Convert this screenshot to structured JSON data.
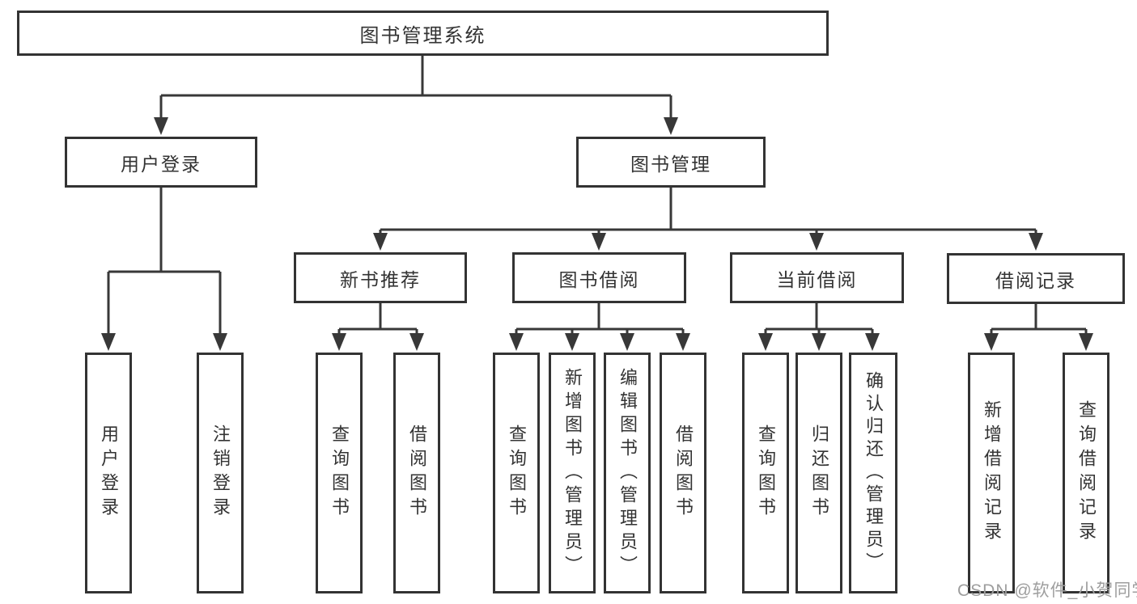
{
  "tree": {
    "root": "图书管理系统",
    "branches": [
      {
        "label": "用户登录",
        "leaves": [
          "用户登录",
          "注销登录"
        ]
      },
      {
        "label": "图书管理",
        "groups": [
          {
            "label": "新书推荐",
            "leaves": [
              "查询图书",
              "借阅图书"
            ]
          },
          {
            "label": "图书借阅",
            "leaves": [
              "查询图书",
              "新增图书（管理员）",
              "编辑图书（管理员）",
              "借阅图书"
            ]
          },
          {
            "label": "当前借阅",
            "leaves": [
              "查询图书",
              "归还图书",
              "确认归还（管理员）"
            ]
          },
          {
            "label": "借阅记录",
            "leaves": [
              "新增借阅记录",
              "查询借阅记录"
            ]
          }
        ]
      }
    ]
  },
  "watermark": "CSDN @软件_小贺同学",
  "colors": {
    "line": "#383838",
    "box_border": "#333333",
    "text": "#333333",
    "watermark": "#9e9e9e",
    "background": "#ffffff"
  }
}
